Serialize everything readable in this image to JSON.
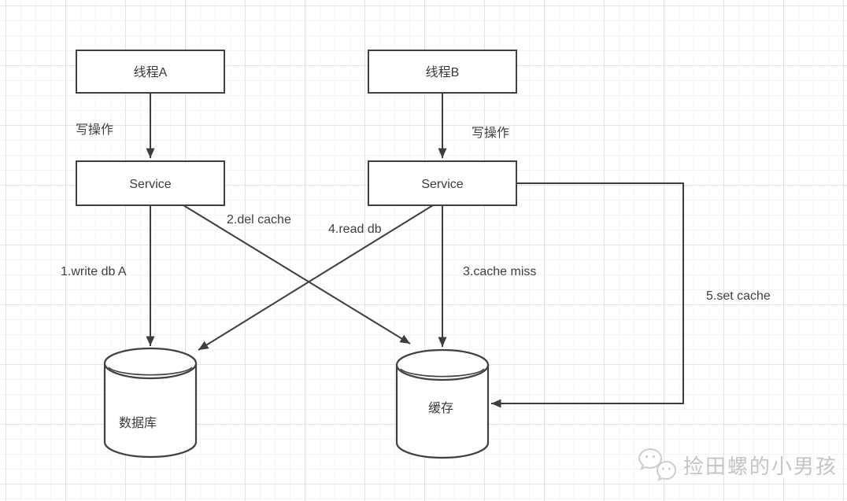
{
  "diagram": {
    "title_hint": "cache-db write/read race diagram",
    "nodes": {
      "thread_a": {
        "label": "线程A",
        "shape": "rect"
      },
      "thread_b": {
        "label": "线程B",
        "shape": "rect"
      },
      "service_a": {
        "label": "Service",
        "shape": "rect"
      },
      "service_b": {
        "label": "Service",
        "shape": "rect"
      },
      "database": {
        "label": "数据库",
        "shape": "cylinder"
      },
      "cache": {
        "label": "缓存",
        "shape": "cylinder"
      }
    },
    "edges": {
      "write_op_a": {
        "label": "写操作",
        "from": "thread_a",
        "to": "service_a"
      },
      "write_op_b": {
        "label": "写操作",
        "from": "thread_b",
        "to": "service_b"
      },
      "write_db": {
        "label": "1.write db A",
        "from": "service_a",
        "to": "database"
      },
      "del_cache": {
        "label": "2.del cache",
        "from": "service_a",
        "to": "cache"
      },
      "cache_miss": {
        "label": "3.cache miss",
        "from": "service_b",
        "to": "cache"
      },
      "read_db": {
        "label": "4.read db",
        "from": "service_b",
        "to": "database"
      },
      "set_cache": {
        "label": "5.set cache",
        "from": "service_b",
        "to": "cache"
      }
    },
    "colors": {
      "shape_stroke": "#404040",
      "edge_stroke": "#3d3d3d",
      "text": "#3a3a3a",
      "grid_minor": "#f4f4f4",
      "grid_major": "#e3e3e3",
      "background": "#ffffff"
    }
  },
  "watermark": {
    "text": "捡田螺的小男孩",
    "icon": "wechat-chat-bubbles-icon",
    "color": "#c5c5c5"
  }
}
